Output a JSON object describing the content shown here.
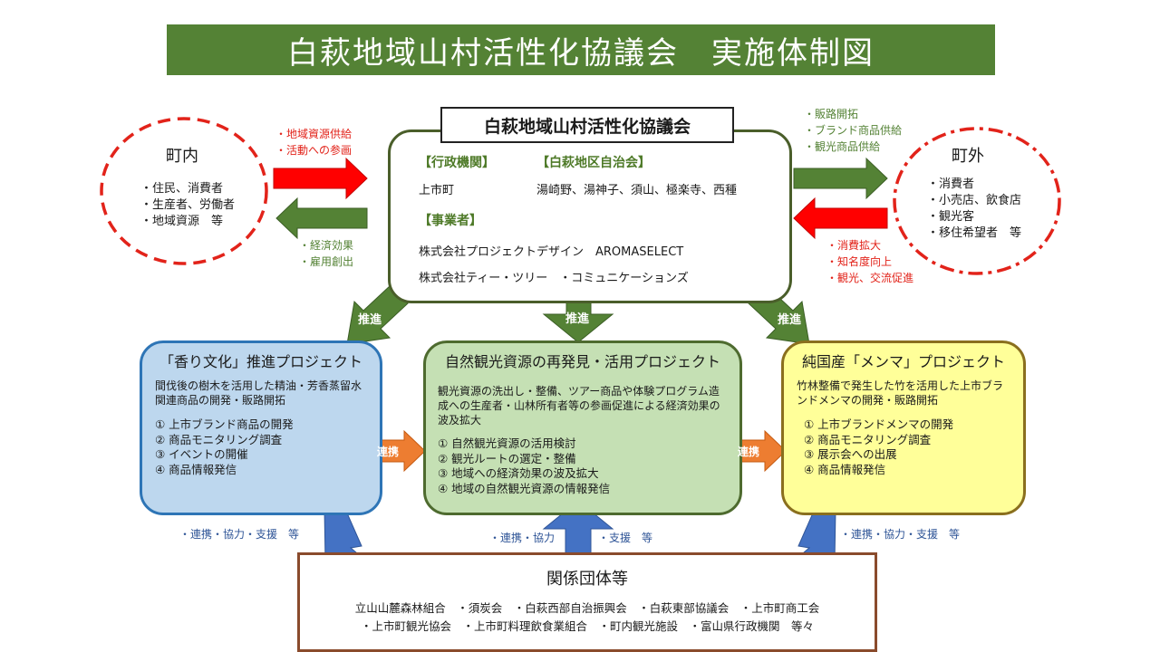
{
  "title": "白萩地域山村活性化協議会　実施体制図",
  "council": {
    "name": "白萩地域山村活性化協議会",
    "gov_heading": "【行政機関】",
    "gov_value": "上市町",
    "assoc_heading": "【白萩地区自治会】",
    "assoc_value": "湯崎野、湯神子、須山、極楽寺、西種",
    "biz_heading": "【事業者】",
    "biz_1": "株式会社プロジェクトデザイン　AROMASELECT",
    "biz_2": "株式会社ティー・ツリー　・コミュニケーションズ"
  },
  "town_in": {
    "title": "町内",
    "items": [
      "・住民、消費者",
      "・生産者、労働者",
      "・地域資源　等"
    ]
  },
  "town_out": {
    "title": "町外",
    "items": [
      "・消費者",
      "・小売店、飲食店",
      "・観光客",
      "・移住希望者　等"
    ]
  },
  "flows": {
    "in_to_council": [
      "・地域資源供給",
      "・活動への参画"
    ],
    "council_to_in": [
      "・経済効果",
      "・雇用創出"
    ],
    "council_to_out": [
      "・販路開拓",
      "・ブランド商品供給",
      "・観光商品供給"
    ],
    "out_to_council": [
      "・消費拡大",
      "・知名度向上",
      "・観光、交流促進"
    ]
  },
  "promote_label": "推進",
  "link_label": "連携",
  "projects": {
    "left": {
      "title": "「香り文化」推進プロジェクト",
      "desc": "間伐後の樹木を活用した精油・芳香蒸留水関連商品の開発・販路開拓",
      "items": [
        "①  上市ブランド商品の開発",
        "②  商品モニタリング調査",
        "③  イベントの開催",
        "④  商品情報発信"
      ]
    },
    "center": {
      "title": "自然観光資源の再発見・活用プロジェクト",
      "desc": "観光資源の洗出し・整備、ツアー商品や体験プログラム造成への生産者・山林所有者等の参画促進による経済効果の波及拡大",
      "items": [
        "①  自然観光資源の活用検討",
        "②  観光ルートの選定・整備",
        "③  地域への経済効果の波及拡大",
        "④  地域の自然観光資源の情報発信"
      ]
    },
    "right": {
      "title": "純国産「メンマ」プロジェクト",
      "desc": "竹林整備で発生した竹を活用した上市ブランドメンマの開発・販路開拓",
      "items": [
        "①  上市ブランドメンマの開発",
        "②  商品モニタリング調査",
        "③  展示会への出展",
        "④  商品情報発信"
      ]
    }
  },
  "support": {
    "left": "・連携・協力・支援　等",
    "center_a": "・連携・協力",
    "center_b": "・支援　等",
    "right": "・連携・協力・支援　等"
  },
  "orgs": {
    "title": "関係団体等",
    "line1": "立山山麓森林組合　・須炭会　・白萩西部自治振興会　・白萩東部協議会　・上市町商工会",
    "line2": "・上市町観光協会　・上市町料理飲食業組合　・町内観光施設　・富山県行政機関　等々"
  },
  "colors": {
    "title_bg": "#548235",
    "council_border": "#4a5e2a",
    "red_arrow": "#ff0000",
    "green_arrow": "#548235",
    "blue_arrow": "#4472c4",
    "orange_link": "#ed7d31",
    "left_proj_fill": "#bdd7ee",
    "left_proj_border": "#2e75b6",
    "center_proj_fill": "#c5e0b4",
    "center_proj_border": "#4e6b2f",
    "right_proj_fill": "#ffff99",
    "right_proj_border": "#8a6f1e",
    "org_border": "#8a4b2c"
  }
}
